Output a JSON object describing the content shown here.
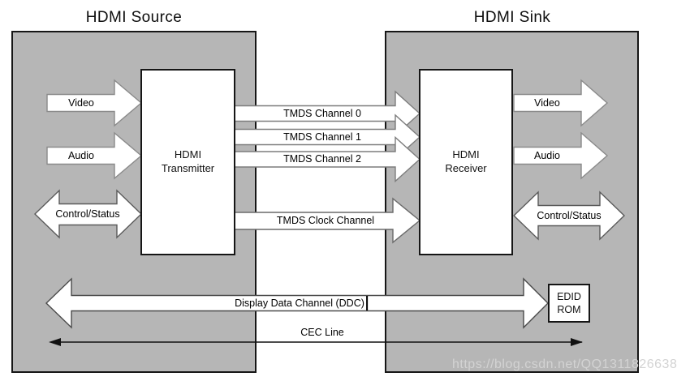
{
  "diagram": {
    "source_title": "HDMI Source",
    "sink_title": "HDMI Sink",
    "transmitter_label": "HDMI\nTransmitter",
    "receiver_label": "HDMI\nReceiver",
    "edid_label": "EDID\nROM",
    "arrows": {
      "video_in": "Video",
      "audio_in": "Audio",
      "control_status_left": "Control/Status",
      "tmds0": "TMDS Channel 0",
      "tmds1": "TMDS Channel 1",
      "tmds2": "TMDS Channel 2",
      "tmds_clock": "TMDS Clock Channel",
      "video_out": "Video",
      "audio_out": "Audio",
      "control_status_right": "Control/Status",
      "ddc": "Display Data Channel (DDC)",
      "cec": "CEC Line"
    },
    "colors": {
      "panel_gray": "#b6b6b6",
      "arrow_fill": "#ffffff",
      "border_black": "#161616"
    },
    "watermark": "https://blog.csdn.net/QQ1311826638"
  }
}
